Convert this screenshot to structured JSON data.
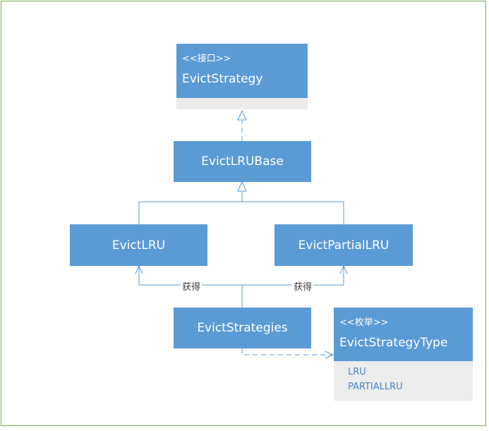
{
  "colors": {
    "box_fill": "#5b9bd5",
    "line": "#5b9bd5",
    "frame": "#70ad47",
    "compartment": "#ececec"
  },
  "classes": {
    "evict_strategy": {
      "stereotype": "<<接口>>",
      "name": "EvictStrategy"
    },
    "evict_lru_base": {
      "name": "EvictLRUBase"
    },
    "evict_lru": {
      "name": "EvictLRU"
    },
    "evict_partial_lru": {
      "name": "EvictPartialLRU"
    },
    "evict_strategies": {
      "name": "EvictStrategies"
    },
    "evict_strategy_type": {
      "stereotype": "<<枚举>>",
      "name": "EvictStrategyType",
      "values": [
        "LRU",
        "PARTIALLRU"
      ]
    }
  },
  "edges": {
    "obtain_label_left": "获得",
    "obtain_label_right": "获得"
  }
}
